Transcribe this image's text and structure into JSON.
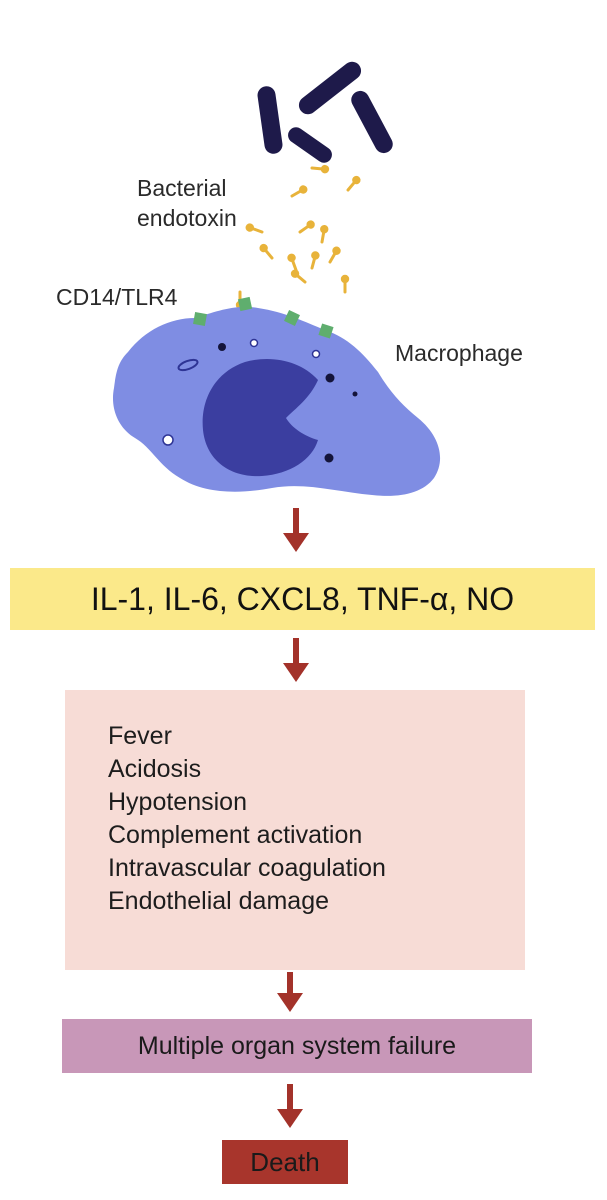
{
  "labels": {
    "bacteria_line1": "Bacterial",
    "bacteria_line2": "endotoxin",
    "receptor": "CD14/TLR4",
    "macrophage": "Macrophage"
  },
  "cytokines": "IL-1, IL-6, CXCL8, TNF-α, NO",
  "effects": [
    "Fever",
    "Acidosis",
    "Hypotension",
    "Complement activation",
    "Intravascular coagulation",
    "Endothelial damage"
  ],
  "failure": "Multiple organ system failure",
  "outcome": "Death",
  "colors": {
    "bacteria": "#1e1a4a",
    "endotoxin": "#e8b33a",
    "receptor": "#5fae6e",
    "macrophage": "#7f8de3",
    "nucleus": "#3b3ea0",
    "arrow": "#a3322a",
    "cytokine_box": "#fbe98a",
    "effects_box": "#f7dcd6",
    "failure_box": "#c897b8",
    "death_box": "#a8352c"
  }
}
